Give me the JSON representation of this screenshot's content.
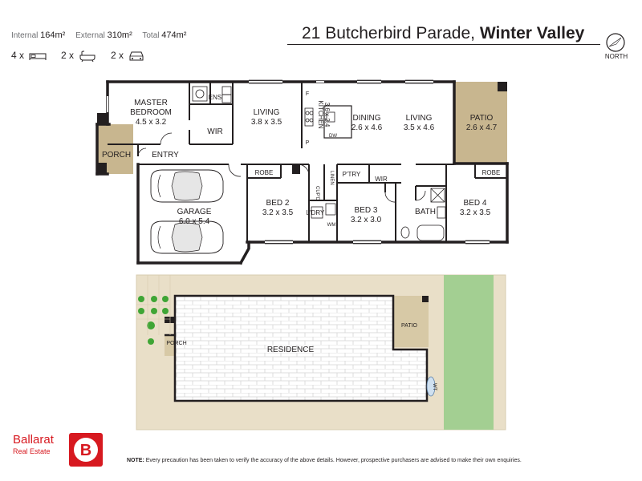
{
  "header": {
    "address_street": "21 Butcherbird Parade,",
    "address_suburb": "Winter Valley",
    "north_label": "NORTH"
  },
  "areas": {
    "internal_label": "Internal",
    "internal_value": "164m²",
    "external_label": "External",
    "external_value": "310m²",
    "total_label": "Total",
    "total_value": "474m²"
  },
  "features": {
    "bedrooms": "4 x",
    "bathrooms": "2 x",
    "cars": "2 x"
  },
  "floorplan": {
    "rooms": {
      "master_name": "MASTER",
      "master_name2": "BEDROOM",
      "master_dim": "4.5 x 3.2",
      "ens": "ENS",
      "wir1": "WIR",
      "living1_name": "LIVING",
      "living1_dim": "3.8 x 3.5",
      "kitchen_name": "KITCHEN",
      "kitchen_dim": "3.6 x 2.4",
      "fridge": "F",
      "pantry_p": "P",
      "dw": "DW",
      "dining_name": "DINING",
      "dining_dim": "2.6 x 4.6",
      "living2_name": "LIVING",
      "living2_dim": "3.5 x 4.6",
      "patio_name": "PATIO",
      "patio_dim": "2.6 x 4.7",
      "porch": "PORCH",
      "entry": "ENTRY",
      "garage_name": "GARAGE",
      "garage_dim": "6.0 x 5.4",
      "robe1": "ROBE",
      "bed2_name": "BED 2",
      "bed2_dim": "3.2 x 3.5",
      "linen": "LINEN",
      "cupd": "CUP'D",
      "ldry": "L'DRY",
      "wm": "WM",
      "ptry": "P'TRY",
      "wir2": "WIR",
      "bed3_name": "BED 3",
      "bed3_dim": "3.2 x 3.0",
      "bath": "BATH",
      "robe2": "ROBE",
      "bed4_name": "BED 4",
      "bed4_dim": "3.2 x 3.5"
    }
  },
  "siteplan": {
    "residence": "RESIDENCE",
    "patio": "PATIO",
    "porch": "PORCH",
    "wt": "WT"
  },
  "brand": {
    "name": "Ballarat",
    "sub": "Real Estate",
    "mark": "B"
  },
  "footer": {
    "note_label": "NOTE:",
    "note_text": "Every precaution has been taken to verify the accuracy of the above details. However, prospective purchasers are advised to make their own enquiries."
  },
  "colors": {
    "wall": "#231f20",
    "patio": "#c8b68f",
    "site_beige": "#e9dfc8",
    "lawn": "#a3cf92",
    "brand_red": "#d71920",
    "tree": "#3fa535"
  }
}
